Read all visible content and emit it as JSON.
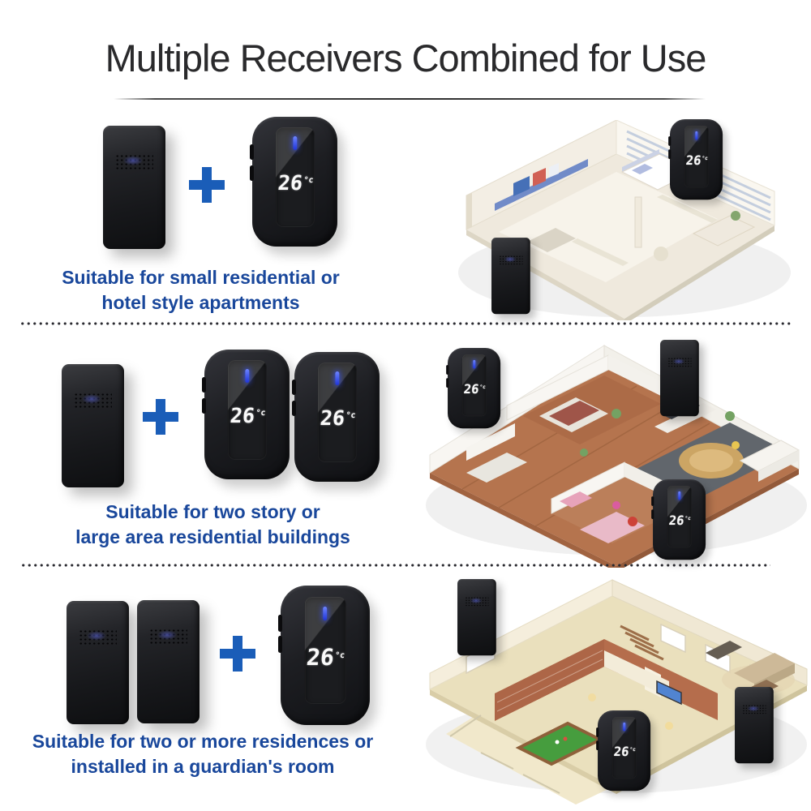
{
  "title": "Multiple Receivers Combined for Use",
  "colors": {
    "title_text": "#2a2a2c",
    "caption_text": "#19479b",
    "plus_icon_blue": "#1a5db8",
    "led_blue": "#2b4bf0",
    "display_text": "#ffffff",
    "device_body": "#17181b"
  },
  "receiver_display": {
    "temp": "26",
    "unit": "°c"
  },
  "rows": [
    {
      "transmitter_count": 1,
      "receiver_count": 1,
      "caption_line1": "Suitable for small residential or",
      "caption_line2": "hotel style apartments",
      "floorplan": "small one-bedroom apartment, isometric render, receiver on wall top-right, transmitter at entrance bottom-left"
    },
    {
      "transmitter_count": 1,
      "receiver_count": 2,
      "caption_line1": "Suitable for two story or",
      "caption_line2": "large area residential buildings",
      "floorplan": "large wood-floor residence, isometric render, receiver top-left, transmitter top-right, receiver bottom-right"
    },
    {
      "transmitter_count": 2,
      "receiver_count": 1,
      "caption_line1": "Suitable for two or more residences or",
      "caption_line2": "installed in a guardian's room",
      "floorplan": "bungalow with patio and pool table, isometric render, transmitter top-left, receiver bottom-center, transmitter right"
    }
  ]
}
